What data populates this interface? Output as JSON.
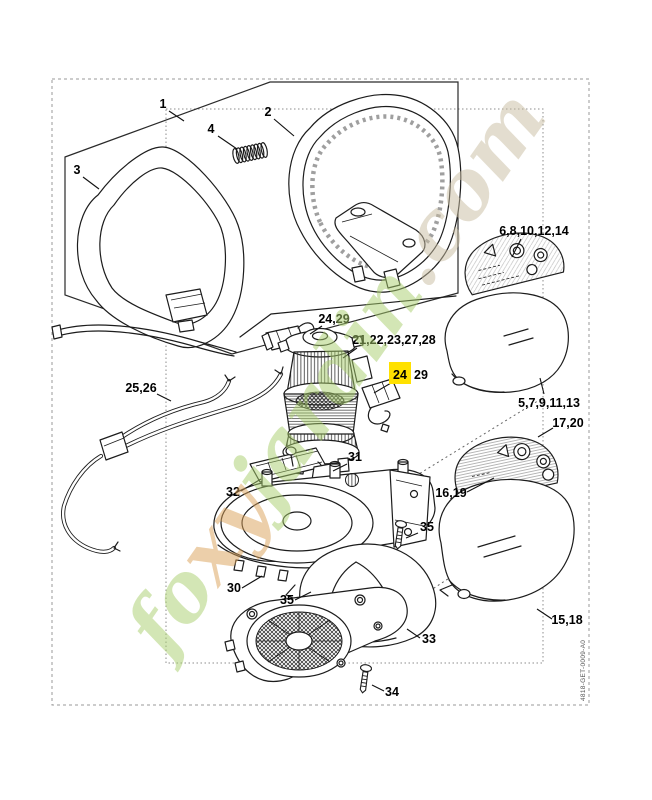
{
  "callouts": {
    "c1": "1",
    "c2": "2",
    "c3": "3",
    "c4": "4",
    "c6": "6,8,10,12,14",
    "c5": "5,7,9,11,13",
    "c17": "17,20",
    "c16": "16,19",
    "c15": "15,18",
    "c24a": "24,29",
    "c21": "21,22,23,27,28",
    "c24b_num": "24",
    "c24b_suffix": "29",
    "c25": "25,26",
    "c31": "31",
    "c32": "32",
    "c30": "30",
    "c35a": "35",
    "c35b": "35",
    "c33": "33",
    "c34": "34"
  },
  "doc_number": "4818-GET-0009-A0",
  "watermark": {
    "p1": "fo",
    "p2": "xy",
    "p3": "jardin",
    "suffix": ".com"
  },
  "colors": {
    "highlight": "#ffe100",
    "watermark_green": "#a9cf6d",
    "watermark_orange": "#dba158",
    "watermark_tan": "#c9bda1"
  }
}
